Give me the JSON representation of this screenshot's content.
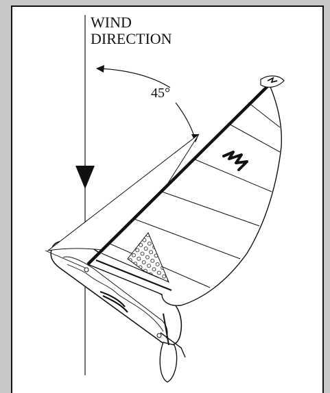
{
  "diagram": {
    "wind_label_line1": "WIND",
    "wind_label_line2": "DIRECTION",
    "angle_label": "45°"
  },
  "colors": {
    "background": "#c8c8c8",
    "panel": "#ffffff",
    "ink": "#111111"
  }
}
